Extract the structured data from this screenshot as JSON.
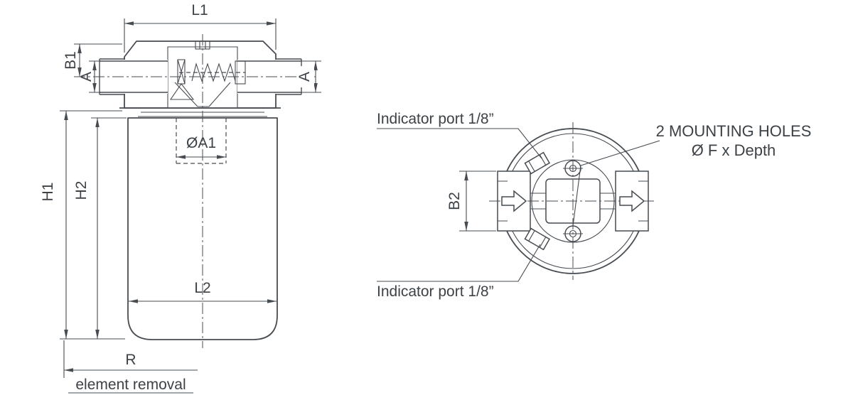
{
  "drawing": {
    "background": "#ffffff",
    "line_color": "#474c52",
    "side_view": {
      "L1": "L1",
      "B1": "B1",
      "A_left": "A",
      "A_right": "A",
      "H1": "H1",
      "H2": "H2",
      "A1": "ØA1",
      "L2": "L2",
      "R": "R",
      "element_removal": "element removal"
    },
    "top_view": {
      "indicator_port_top": "Indicator port 1/8”",
      "indicator_port_bottom": "Indicator port 1/8”",
      "mounting_holes_title": "2 MOUNTING HOLES",
      "mounting_holes_spec": "Ø F x Depth",
      "B2": "B2"
    }
  }
}
